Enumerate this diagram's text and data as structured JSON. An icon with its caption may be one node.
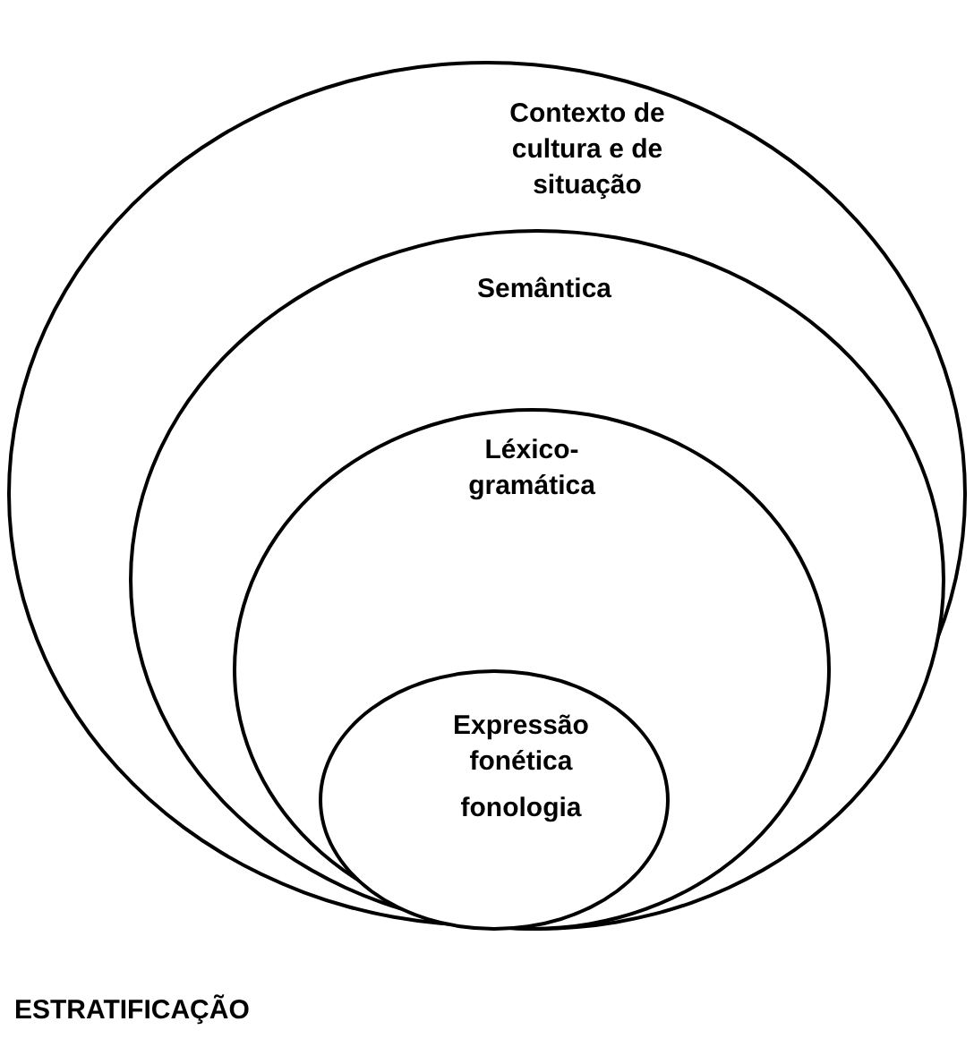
{
  "diagram": {
    "caption": "ESTRATIFICAÇÃO",
    "nodes": [
      {
        "text": [
          "Contexto de cultura e de situação"
        ]
      },
      {
        "text": [
          "Semântica"
        ],
        "in": 0
      },
      {
        "text": [
          "Léxico-gramática"
        ],
        "in": 1
      },
      {
        "text": [
          "Expressão fonética",
          "fonologia"
        ],
        "in": 2
      }
    ]
  }
}
